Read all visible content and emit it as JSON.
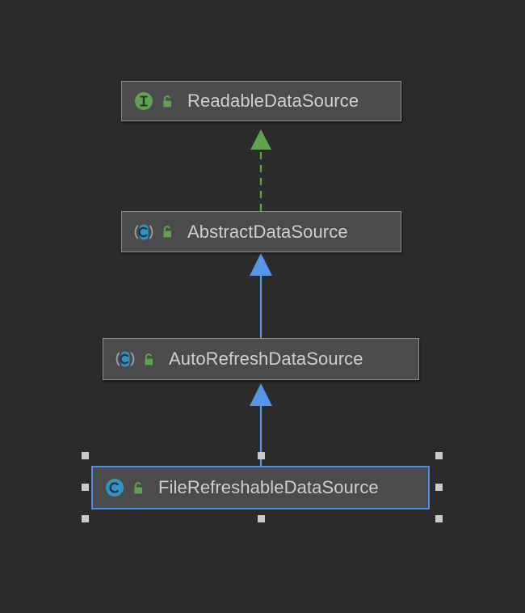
{
  "diagram": {
    "type": "uml-class-hierarchy",
    "background_color": "#2b2b2b",
    "nodes": [
      {
        "id": "readable-data-source",
        "label": "ReadableDataSource",
        "kind": "interface",
        "type_icon": "interface-icon",
        "visibility_icon": "unlocked-padlock-icon",
        "visibility": "public",
        "icon_color": "#62a052",
        "selected": false
      },
      {
        "id": "abstract-data-source",
        "label": "AbstractDataSource",
        "kind": "abstract-class",
        "type_icon": "abstract-class-icon",
        "visibility_icon": "unlocked-padlock-icon",
        "visibility": "public",
        "icon_color": "#3592c4",
        "selected": false
      },
      {
        "id": "auto-refresh-data-source",
        "label": "AutoRefreshDataSource",
        "kind": "abstract-class",
        "type_icon": "abstract-class-icon",
        "visibility_icon": "unlocked-padlock-icon",
        "visibility": "public",
        "icon_color": "#3592c4",
        "selected": false
      },
      {
        "id": "file-refreshable-data-source",
        "label": "FileRefreshableDataSource",
        "kind": "class",
        "type_icon": "class-icon",
        "visibility_icon": "unlocked-padlock-icon",
        "visibility": "public",
        "icon_color": "#3592c4",
        "selected": true
      }
    ],
    "edges": [
      {
        "id": "edge-realization",
        "from": "abstract-data-source",
        "to": "readable-data-source",
        "relation": "realization",
        "style": "dashed",
        "arrow": "filled-triangle",
        "color": "#5c9e4a"
      },
      {
        "id": "edge-generalization-1",
        "from": "auto-refresh-data-source",
        "to": "abstract-data-source",
        "relation": "generalization",
        "style": "solid",
        "arrow": "filled-triangle",
        "color": "#5596e6"
      },
      {
        "id": "edge-generalization-2",
        "from": "file-refreshable-data-source",
        "to": "auto-refresh-data-source",
        "relation": "generalization",
        "style": "solid",
        "arrow": "filled-triangle",
        "color": "#5596e6"
      }
    ],
    "selection": {
      "node_id": "file-refreshable-data-source",
      "border_color": "#4a90e2",
      "handle_color": "#c9c9c9",
      "handle_count": 8
    }
  }
}
